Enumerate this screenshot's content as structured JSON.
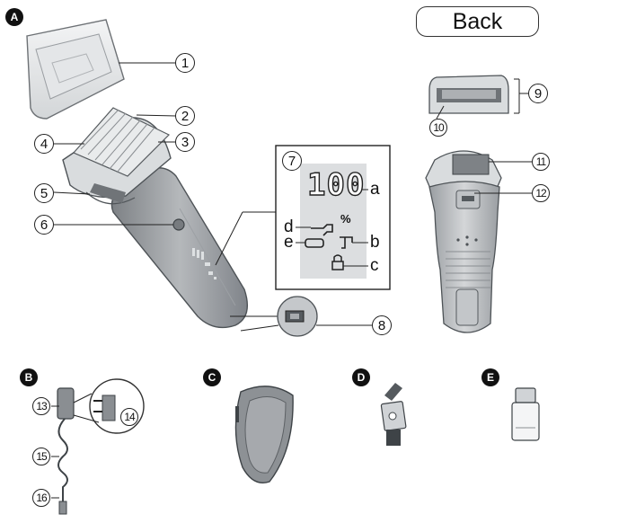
{
  "back_button": {
    "label": "Back"
  },
  "sections": {
    "a": "A",
    "b": "B",
    "c": "C",
    "d": "D",
    "e": "E"
  },
  "callouts": {
    "n1": "1",
    "n2": "2",
    "n3": "3",
    "n4": "4",
    "n5": "5",
    "n6": "6",
    "n7": "7",
    "n8": "8",
    "n9": "9",
    "n10": "10",
    "n11": "11",
    "n12": "12",
    "n13": "13",
    "n14": "14",
    "n15": "15",
    "n16": "16"
  },
  "display": {
    "digits": "100",
    "percent": "%",
    "labels": {
      "a": "a",
      "b": "b",
      "c": "c",
      "d": "d",
      "e": "e"
    }
  },
  "colors": {
    "body_gray": "#8f9396",
    "light_gray": "#c9cccf",
    "dark_gray": "#555a5e",
    "lcd_bg": "#dcdee0"
  }
}
